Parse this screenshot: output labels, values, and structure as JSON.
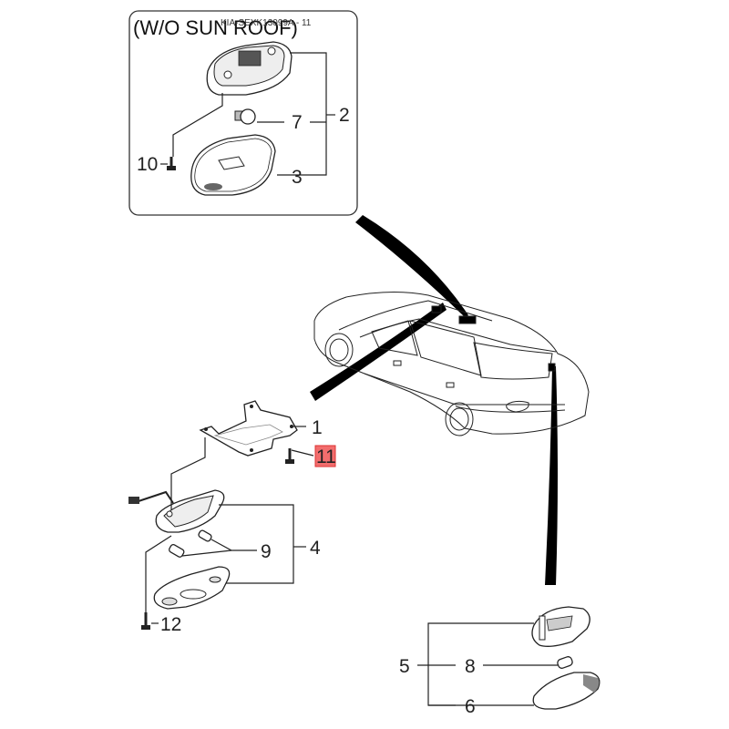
{
  "diagram": {
    "catalog_code": "KIA-SEXK13099A - 11",
    "inset_title": "(W/O SUN ROOF)",
    "highlight_color": "#f26d6d",
    "callouts": {
      "c1": "1",
      "c2": "2",
      "c3": "3",
      "c4": "4",
      "c5": "5",
      "c6": "6",
      "c7": "7",
      "c8": "8",
      "c9": "9",
      "c10": "10",
      "c11": "11",
      "c12": "12"
    },
    "highlighted_part": "11"
  }
}
